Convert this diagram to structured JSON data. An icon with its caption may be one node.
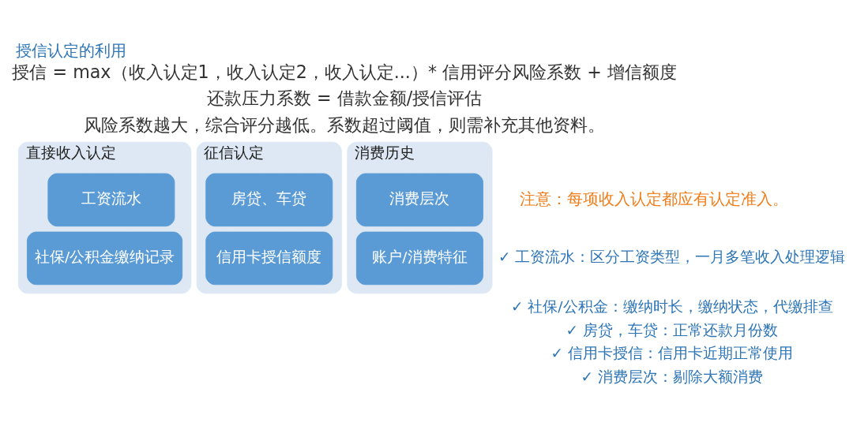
{
  "diagram": {
    "title": "授信认定的利用",
    "nodes": [
      {
        "text": [
          "直接收入认定"
        ]
      },
      {
        "text": [
          "工资流水"
        ],
        "in": 0
      },
      {
        "text": [
          "社保/公积金缴纳记录"
        ],
        "in": 0
      },
      {
        "text": [
          "征信认定"
        ]
      },
      {
        "text": [
          "房贷、车贷"
        ],
        "in": 3
      },
      {
        "text": [
          "信用卡授信额度"
        ],
        "in": 3
      },
      {
        "text": [
          "消费历史"
        ]
      },
      {
        "text": [
          "消费层次"
        ],
        "in": 6
      },
      {
        "text": [
          "账户/消费特征"
        ],
        "in": 6
      }
    ],
    "edges": [],
    "labels": [
      "授信 = max（收入认定1，收入认定2，收入认定...）* 信用评分风险系数 + 增信额度",
      "还款压力系数 = 借款金额/授信评估",
      "风险系数越大，综合评分越低。系数超过阈值，则需补充其他资料。",
      "注意：每项收入认定都应有认定准入。",
      "✓ 工资流水：区分工资类型，一月多笔收入处理逻辑",
      "✓ 社保/公积金：缴纳时长，缴纳状态，代缴排查",
      "✓ 房贷，车贷：正常还款月份数",
      "✓ 信用卡授信：信用卡近期正常使用",
      "✓ 消费层次：剔除大额消费"
    ]
  }
}
